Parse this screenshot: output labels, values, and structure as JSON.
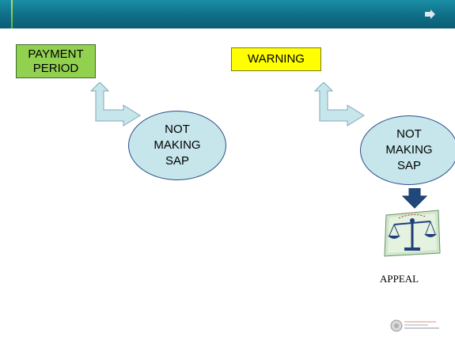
{
  "diagram": {
    "nodes": [
      {
        "id": "payment-period",
        "label": "PAYMENT PERIOD",
        "shape": "rectangle",
        "fill": "#92d050"
      },
      {
        "id": "warning",
        "label": "WARNING",
        "shape": "rectangle",
        "fill": "#ffff00"
      },
      {
        "id": "not-making-sap-1",
        "label": "NOT\nMAKING\nSAP",
        "shape": "ellipse",
        "fill": "#c6e6ec"
      },
      {
        "id": "not-making-sap-2",
        "label": "NOT\nMAKING\nSAP",
        "shape": "ellipse",
        "fill": "#c6e6ec"
      },
      {
        "id": "appeal",
        "label": "APPEAL",
        "shape": "image",
        "icon": "scales-of-justice-icon"
      }
    ],
    "edges": [
      {
        "from": "payment-period",
        "to": "not-making-sap-1",
        "style": "bent double arrow",
        "color": "#c6e6ec"
      },
      {
        "from": "warning",
        "to": "not-making-sap-2",
        "style": "bent double arrow",
        "color": "#c6e6ec"
      },
      {
        "from": "not-making-sap-2",
        "to": "appeal",
        "style": "down arrow",
        "color": "#17375e"
      }
    ]
  },
  "colors": {
    "header": "#0f6e86",
    "ellipse_border": "#2c4f8a",
    "down_arrow": "#1f497d"
  }
}
